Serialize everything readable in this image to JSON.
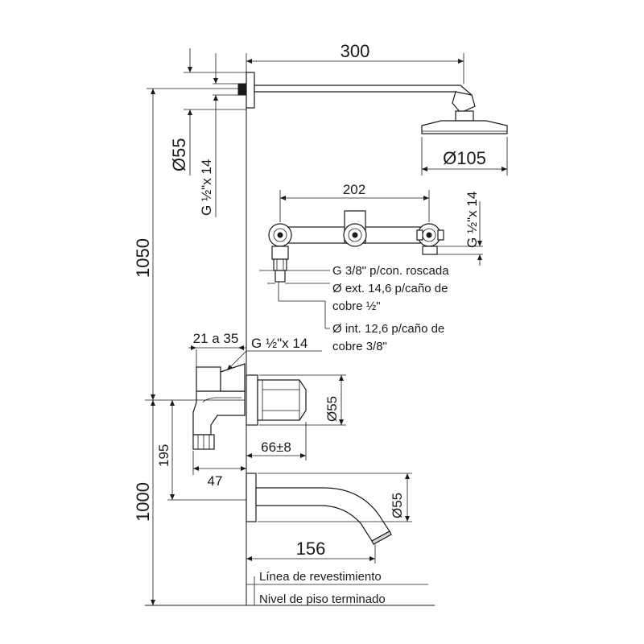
{
  "dimensions": {
    "arm_length": "300",
    "flange_diameter": "Ø55",
    "thread_top": "G ½\"x 14",
    "head_diameter": "Ø105",
    "total_height": "1050",
    "valve_span": "202",
    "valve_thread": "G ½\"x 14",
    "wall_range": "21 a 35",
    "mixer_thread": "G ½\"x 14",
    "handle_diameter": "Ø55",
    "handle_projection": "66±8",
    "mixer_height": "195",
    "mixer_offset": "47",
    "floor_height": "1000",
    "spout_diameter": "Ø55",
    "spout_length": "156"
  },
  "notes": {
    "note_1": "G 3/8\" p/con. roscada",
    "note_2a": "Ø ext. 14,6 p/caño de",
    "note_2b": "cobre ½\"",
    "note_3a": "Ø int. 12,6 p/caño de",
    "note_3b": "cobre 3/8\""
  },
  "labels": {
    "finish_line": "Línea de revestimiento",
    "floor_line": "Nivel de piso terminado"
  }
}
